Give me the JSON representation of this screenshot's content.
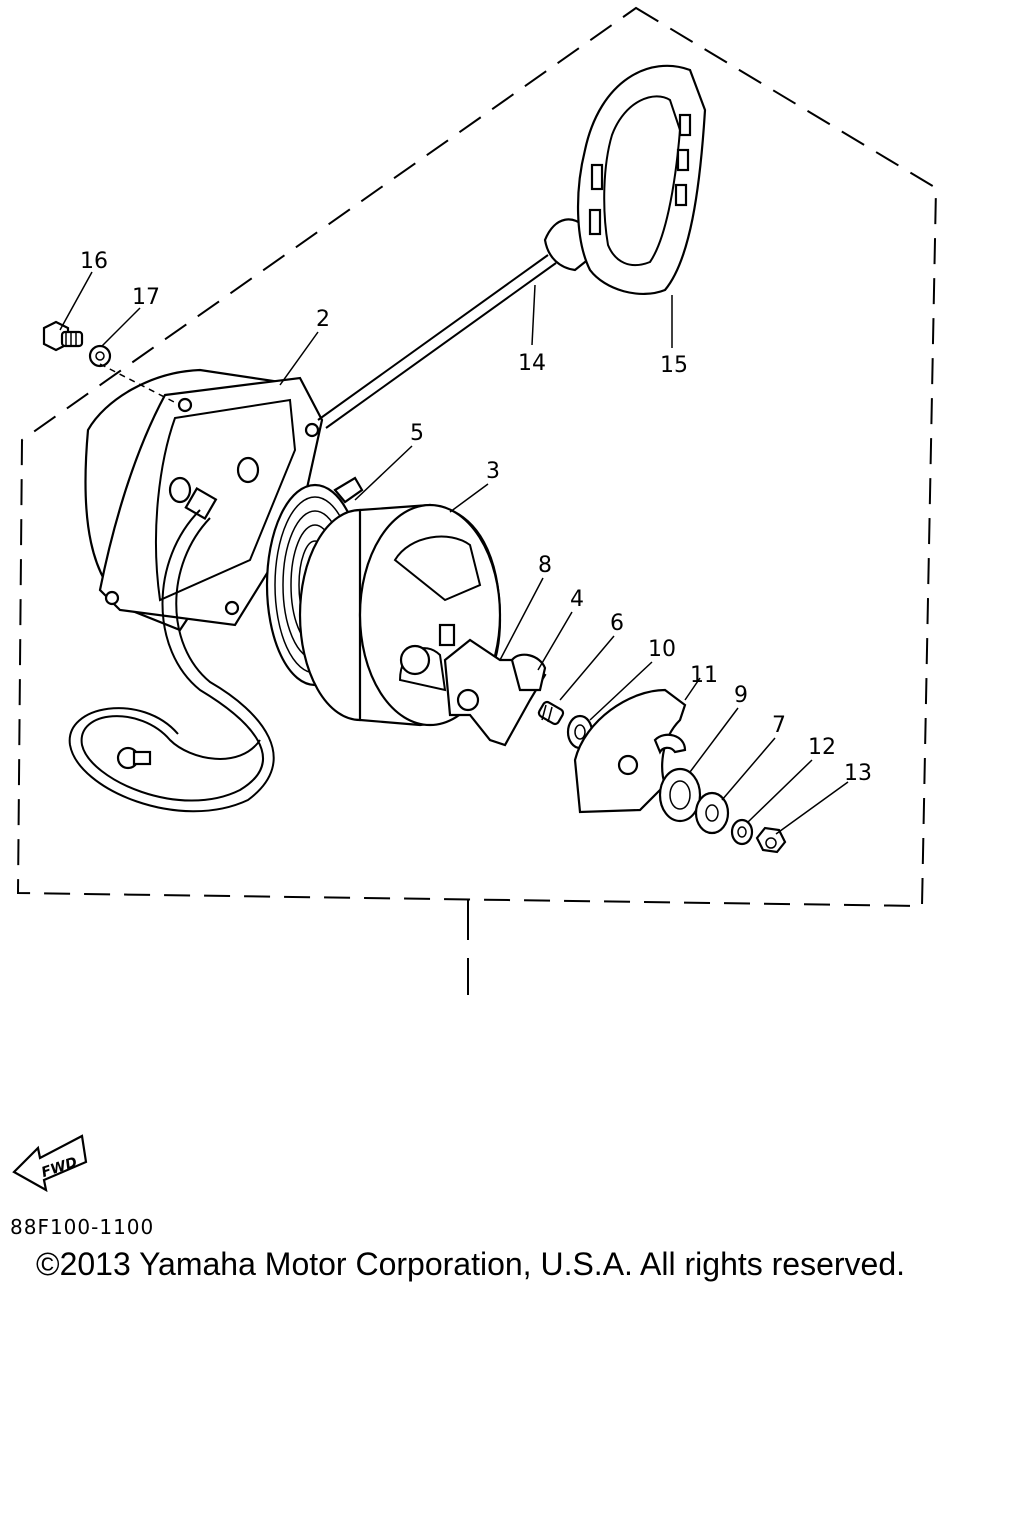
{
  "diagram": {
    "code": "88F100-1100",
    "copyright": "©2013 Yamaha Motor Corporation, U.S.A. All rights reserved.",
    "fwd_badge": "FWD",
    "callouts": [
      "16",
      "17",
      "2",
      "14",
      "15",
      "5",
      "3",
      "8",
      "4",
      "6",
      "10",
      "11",
      "9",
      "7",
      "12",
      "13"
    ]
  }
}
